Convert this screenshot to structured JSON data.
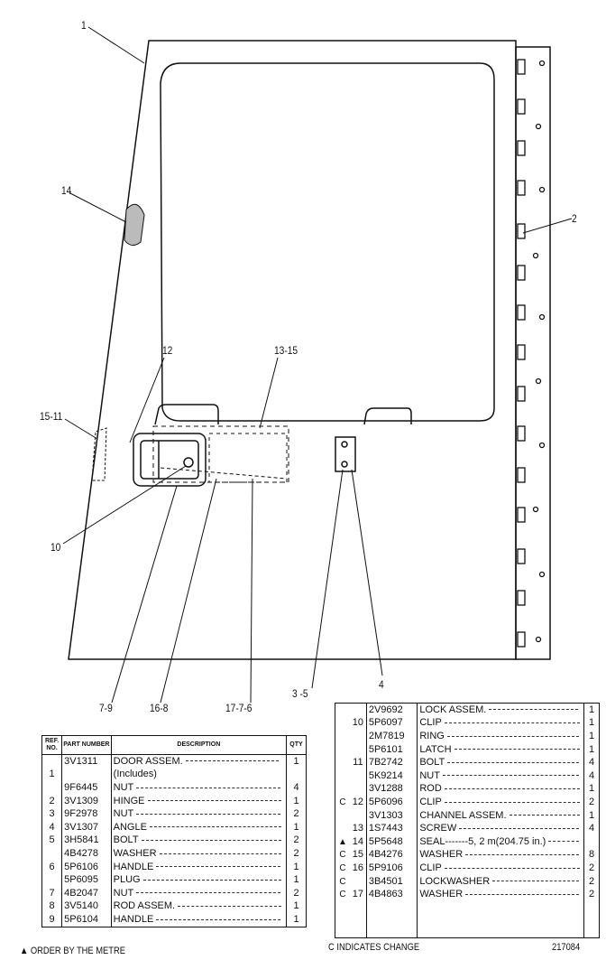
{
  "callouts": {
    "c1": "1",
    "c2": "2",
    "c14": "14",
    "c12": "12",
    "c13_15": "13-15",
    "c15_11": "15-11",
    "c10": "10",
    "c7_9": "7-9",
    "c16_8": "16-8",
    "c17_7_6": "17-7-6",
    "c3_5": "3 -5",
    "c4": "4"
  },
  "left_table": {
    "headers": {
      "ref": "REF. NO.",
      "part": "PART NUMBER",
      "desc": "DESCRIPTION",
      "qty": "QTY"
    },
    "rows": [
      {
        "ref": "",
        "part": "3V1311",
        "desc": "DOOR ASSEM.",
        "qty": "1"
      },
      {
        "ref": "1",
        "part": "",
        "desc": "(Includes)",
        "qty": ""
      },
      {
        "ref": "",
        "part": "9F6445",
        "desc": "NUT",
        "qty": "4"
      },
      {
        "ref": "2",
        "part": "3V1309",
        "desc": "HINGE",
        "qty": "1"
      },
      {
        "ref": "3",
        "part": "9F2978",
        "desc": "NUT",
        "qty": "2"
      },
      {
        "ref": "4",
        "part": "3V1307",
        "desc": "ANGLE",
        "qty": "1"
      },
      {
        "ref": "5",
        "part": "3H5841",
        "desc": "BOLT",
        "qty": "2"
      },
      {
        "ref": "",
        "part": "4B4278",
        "desc": "WASHER",
        "qty": "2"
      },
      {
        "ref": "6",
        "part": "5P6106",
        "desc": "HANDLE",
        "qty": "1"
      },
      {
        "ref": "",
        "part": "5P6095",
        "desc": "PLUG",
        "qty": "1"
      },
      {
        "ref": "7",
        "part": "4B2047",
        "desc": "NUT",
        "qty": "2"
      },
      {
        "ref": "8",
        "part": "3V5140",
        "desc": "ROD ASSEM.",
        "qty": "1"
      },
      {
        "ref": "9",
        "part": "5P6104",
        "desc": "HANDLE",
        "qty": "1"
      }
    ]
  },
  "right_table": {
    "rows": [
      {
        "mark": "",
        "ref": "",
        "part": "2V9692",
        "desc": "LOCK ASSEM.",
        "qty": "1"
      },
      {
        "mark": "",
        "ref": "10",
        "part": "5P6097",
        "desc": "CLIP",
        "qty": "1"
      },
      {
        "mark": "",
        "ref": "",
        "part": "2M7819",
        "desc": "RING",
        "qty": "1"
      },
      {
        "mark": "",
        "ref": "",
        "part": "5P6101",
        "desc": "LATCH",
        "qty": "1"
      },
      {
        "mark": "",
        "ref": "11",
        "part": "7B2742",
        "desc": "BOLT",
        "qty": "4"
      },
      {
        "mark": "",
        "ref": "",
        "part": "5K9214",
        "desc": "NUT",
        "qty": "4"
      },
      {
        "mark": "",
        "ref": "",
        "part": "3V1288",
        "desc": "ROD",
        "qty": "1"
      },
      {
        "mark": "C",
        "ref": "12",
        "part": "5P6096",
        "desc": "CLIP",
        "qty": "2"
      },
      {
        "mark": "",
        "ref": "",
        "part": "3V1303",
        "desc": "CHANNEL ASSEM.",
        "qty": "1"
      },
      {
        "mark": "",
        "ref": "13",
        "part": "1S7443",
        "desc": "SCREW",
        "qty": "4"
      },
      {
        "mark": "▲",
        "ref": "14",
        "part": "5P5648",
        "desc": "SEAL-------5, 2 m(204.75 in.)",
        "qty": ""
      },
      {
        "mark": "C",
        "ref": "15",
        "part": "4B4276",
        "desc": "WASHER",
        "qty": "8"
      },
      {
        "mark": "C",
        "ref": "16",
        "part": "5P9106",
        "desc": "CLIP",
        "qty": "2"
      },
      {
        "mark": "C",
        "ref": "",
        "part": "3B4501",
        "desc": "LOCKWASHER",
        "qty": "2"
      },
      {
        "mark": "C",
        "ref": "17",
        "part": "4B4863",
        "desc": "WASHER",
        "qty": "2"
      }
    ]
  },
  "footnotes": {
    "order_by_metre": "▲ ORDER BY THE METRE",
    "indicates_change": "C  INDICATES CHANGE",
    "figure_number": "217084"
  }
}
